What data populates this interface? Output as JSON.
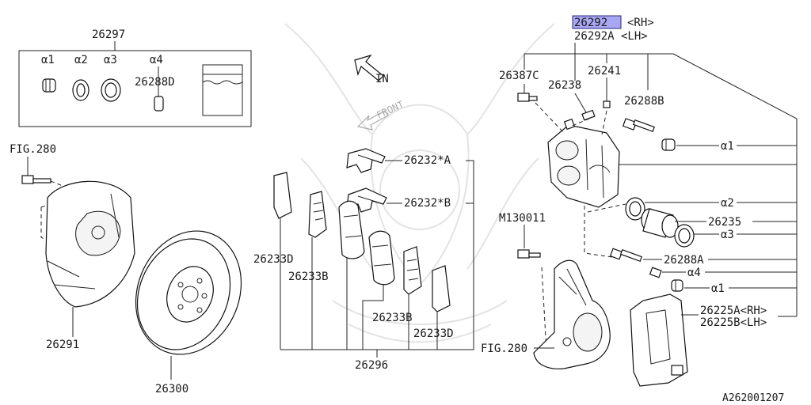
{
  "diagram": {
    "highlight_part": "26292",
    "labels": {
      "caliper_rh": "26292",
      "caliper_rh_side": "<RH>",
      "caliper_lh": "26292A <LH>",
      "kit": "26297",
      "a1": "α1",
      "a2": "α2",
      "a3": "α3",
      "a4": "α4",
      "p26288D": "26288D",
      "fig280_top": "FIG.280",
      "p26291": "26291",
      "p26300": "26300",
      "in": "IN",
      "front": "FRONT",
      "p26232A": "26232*A",
      "p26232B": "26232*B",
      "p26233D_left": "26233D",
      "p26233B_left": "26233B",
      "p26233B_right": "26233B",
      "p26233D_right": "26233D",
      "p26296": "26296",
      "p26387C": "26387C",
      "p26238": "26238",
      "p26241": "26241",
      "p26288B": "26288B",
      "r_a1_top": "α1",
      "r_a2": "α2",
      "p26235": "26235",
      "r_a3": "α3",
      "m130011": "M130011",
      "p26288A": "26288A",
      "r_a4": "α4",
      "r_a1_bot": "α1",
      "p26225A": "26225A<RH>",
      "p26225B": "26225B<LH>",
      "fig280_bot": "FIG.280",
      "ref": "A262001207"
    }
  }
}
